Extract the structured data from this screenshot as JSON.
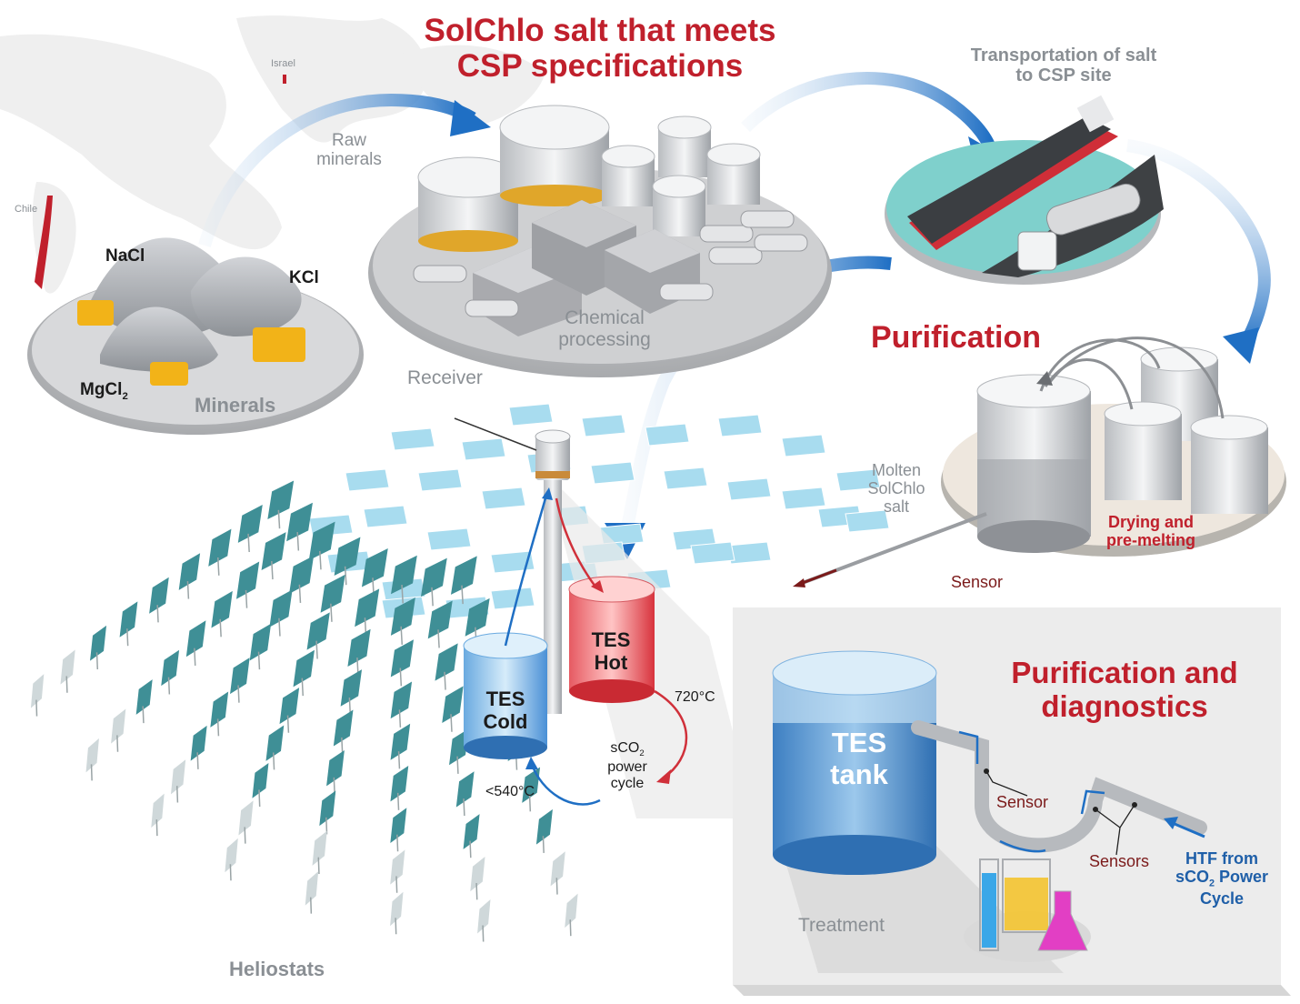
{
  "title": {
    "line1": "SolChlo salt that meets",
    "line2": "CSP specifications"
  },
  "map": {
    "israel": "Israel",
    "chile": "Chile"
  },
  "minerals": {
    "nacl": "NaCl",
    "kcl": "KCl",
    "mgcl": "MgCl",
    "mgcl_sub": "2",
    "label": "Minerals",
    "raw_line1": "Raw",
    "raw_line2": "minerals"
  },
  "chemical": {
    "line1": "Chemical",
    "line2": "processing"
  },
  "transport": {
    "line1": "Transportation of salt",
    "line2": "to CSP site"
  },
  "purification": {
    "title": "Purification",
    "drying_line1": "Drying and",
    "drying_line2": "pre-melting",
    "molten_line1": "Molten",
    "molten_line2": "SolChlo",
    "molten_line3": "salt",
    "sensor": "Sensor"
  },
  "receiver": "Receiver",
  "tes": {
    "hot_line1": "TES",
    "hot_line2": "Hot",
    "cold_line1": "TES",
    "cold_line2": "Cold",
    "temp_hot": "720°C",
    "temp_cold": "<540°C",
    "sco2_pre": "sCO",
    "sco2_sub": "2",
    "sco2_line2": "power",
    "sco2_line3": "cycle"
  },
  "heliostats": "Heliostats",
  "diagnostics": {
    "title_line1": "Purification and",
    "title_line2": "diagnostics",
    "tank_line1": "TES",
    "tank_line2": "tank",
    "sensor": "Sensor",
    "sensors": "Sensors",
    "treatment": "Treatment",
    "htf_line1": "HTF from",
    "htf_line2_pre": "sCO",
    "htf_line2_sub": "2",
    "htf_line2_post": " Power",
    "htf_line3": "Cycle"
  },
  "colors": {
    "title_red": "#c0202c",
    "label_gray": "#8a8f94",
    "arrow_blue": "#1f6fc4",
    "hot_red": "#e0303a",
    "cold_blue": "#3a8ad8",
    "heliostat_teal": "#3f8f96",
    "heliostat_light": "#a8dcef",
    "panel_gray": "#ececec"
  }
}
